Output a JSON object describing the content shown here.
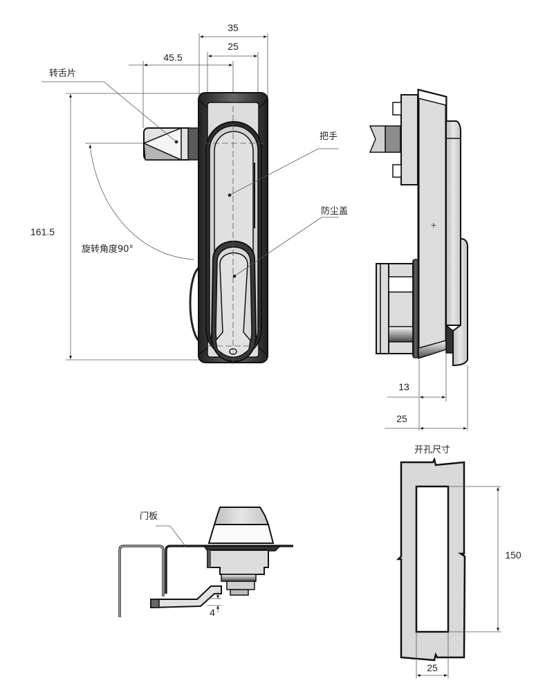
{
  "labels": {
    "tongue": "转舌片",
    "handle": "把手",
    "dust_cover": "防尘盖",
    "rotation": "旋转角度90°",
    "door_panel": "门板",
    "cutout": "开孔尺寸"
  },
  "dimensions": {
    "front_width_outer": "35",
    "front_width_inner": "25",
    "tongue_offset": "45.5",
    "height_total": "161.5",
    "side_depth_1": "13",
    "side_depth_2": "25",
    "cam_offset": "4",
    "cutout_height": "150",
    "cutout_width": "25"
  },
  "colors": {
    "metal_fill": "#dcdcdc",
    "dark_fill": "#3a3a3a",
    "line": "#111111",
    "cutout_fill": "#d9d9d9"
  }
}
